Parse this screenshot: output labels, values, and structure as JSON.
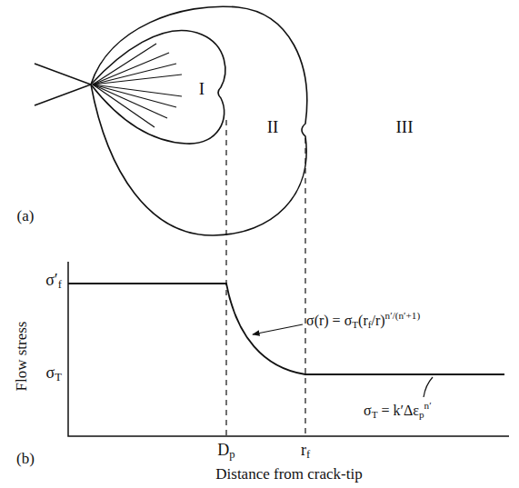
{
  "diagram": {
    "nodes": [
      {
        "text": [
          "II"
        ]
      },
      {
        "text": [
          "I"
        ],
        "in": 0
      }
    ],
    "labels": [
      "III",
      "(a)",
      "σ′f",
      "σT",
      "σ(r) = σT(rf/r)n′/(n′+1)",
      "σT = k′Δεpn′",
      "Flow stress",
      "Dp",
      "rf",
      "(b)",
      "Distance from crack-tip"
    ]
  }
}
